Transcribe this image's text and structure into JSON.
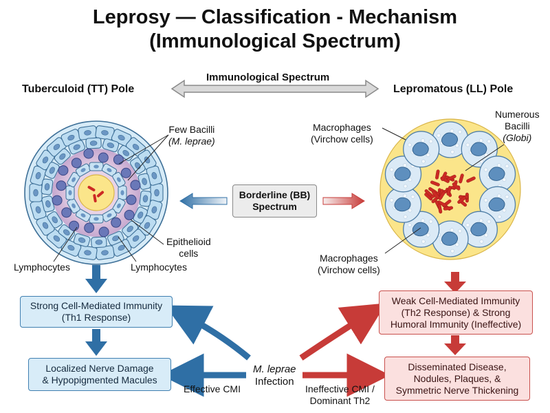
{
  "title": {
    "line1": "Leprosy — Classification - Mechanism",
    "line2": "(Immunological Spectrum)"
  },
  "spectrum": {
    "label": "Immunological Spectrum",
    "left_pole": "Tuberculoid (TT) Pole",
    "right_pole": "Lepromatous (LL) Pole"
  },
  "borderline": {
    "line1": "Borderline (BB)",
    "line2": "Spectrum"
  },
  "tt_labels": {
    "few_bacilli_1": "Few Bacilli",
    "few_bacilli_2": "(M. leprae)",
    "epithelioid_1": "Epithelioid",
    "epithelioid_2": "cells",
    "lymphocytes_left": "Lymphocytes",
    "lymphocytes_right": "Lymphocytes"
  },
  "ll_labels": {
    "macrophages_top_1": "Macrophages",
    "macrophages_top_2": "(Virchow cells)",
    "numerous_1": "Numerous",
    "numerous_2": "Bacilli",
    "numerous_3": "(Globi)",
    "macrophages_bottom_1": "Macrophages",
    "macrophages_bottom_2": "(Virchow cells)"
  },
  "boxes": {
    "strong_cmi_1": "Strong Cell-Mediated Immunity",
    "strong_cmi_2": "(Th1 Response)",
    "localized_1": "Localized Nerve Damage",
    "localized_2": "& Hypopigmented Macules",
    "weak_cmi_1": "Weak Cell-Mediated Immunity",
    "weak_cmi_2": "(Th2 Response) & Strong",
    "weak_cmi_3": "Humoral Immunity (Ineffective)",
    "disseminated_1": "Disseminated Disease,",
    "disseminated_2": "Nodules, Plaques, &",
    "disseminated_3": "Symmetric Nerve Thickening"
  },
  "infection": {
    "line1": "M. leprae",
    "line2": "Infection"
  },
  "pathway_labels": {
    "effective": "Effective CMI",
    "ineffective_1": "Ineffective CMI /",
    "ineffective_2": "Dominant Th2"
  },
  "colors": {
    "blue_arrow": "#2f6fa5",
    "red_arrow": "#c73b38",
    "blue_box_fill": "#d8ecf8",
    "red_box_fill": "#fbe0df",
    "bacilli": "#cc2a24",
    "yellow_core": "#fbe58a"
  }
}
